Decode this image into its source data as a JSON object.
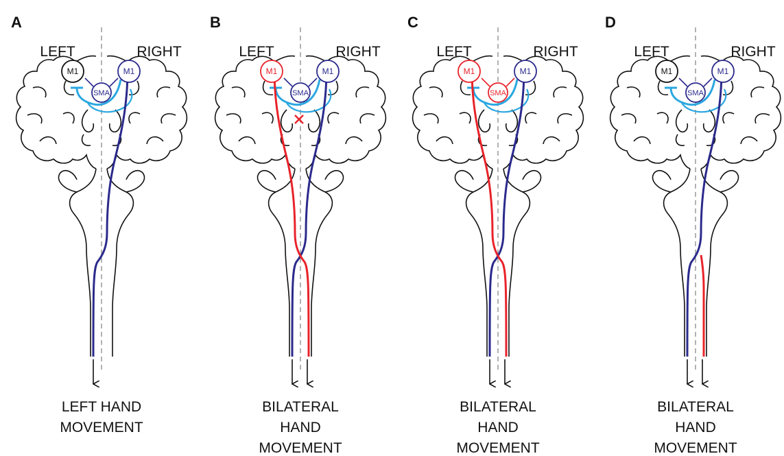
{
  "colors": {
    "active": "#e8232a",
    "baseline": "#2b2a8c",
    "inhibition": "#2aa7e0",
    "outline": "#111111",
    "inactive_node": "#111111"
  },
  "side_labels": {
    "left": "LEFT",
    "right": "RIGHT"
  },
  "node_labels": {
    "m1": "M1",
    "sma": "SMA"
  },
  "panels": [
    {
      "letter": "A",
      "left_m1": "inactive",
      "right_m1": "baseline",
      "sma": "baseline",
      "interhemispheric_inhibition": true,
      "sma_cross": false,
      "tracts": [
        "right-crossing"
      ],
      "arrows": 1,
      "caption": [
        "LEFT HAND",
        "MOVEMENT"
      ]
    },
    {
      "letter": "B",
      "left_m1": "active",
      "right_m1": "baseline",
      "sma": "baseline",
      "interhemispheric_inhibition": true,
      "sma_cross": true,
      "tracts": [
        "right-crossing",
        "left-crossing"
      ],
      "arrows": 2,
      "caption": [
        "BILATERAL",
        "HAND",
        "MOVEMENT"
      ]
    },
    {
      "letter": "C",
      "left_m1": "active",
      "right_m1": "baseline",
      "sma": "active",
      "interhemispheric_inhibition": true,
      "sma_cross": false,
      "tracts": [
        "right-crossing",
        "left-crossing"
      ],
      "arrows": 2,
      "caption": [
        "BILATERAL",
        "HAND",
        "MOVEMENT"
      ]
    },
    {
      "letter": "D",
      "left_m1": "inactive",
      "right_m1": "baseline",
      "sma": "baseline",
      "interhemispheric_inhibition": true,
      "sma_cross": false,
      "tracts": [
        "right-crossing",
        "right-uncrossed-branch"
      ],
      "arrows": 2,
      "caption": [
        "BILATERAL",
        "HAND",
        "MOVEMENT"
      ]
    }
  ]
}
